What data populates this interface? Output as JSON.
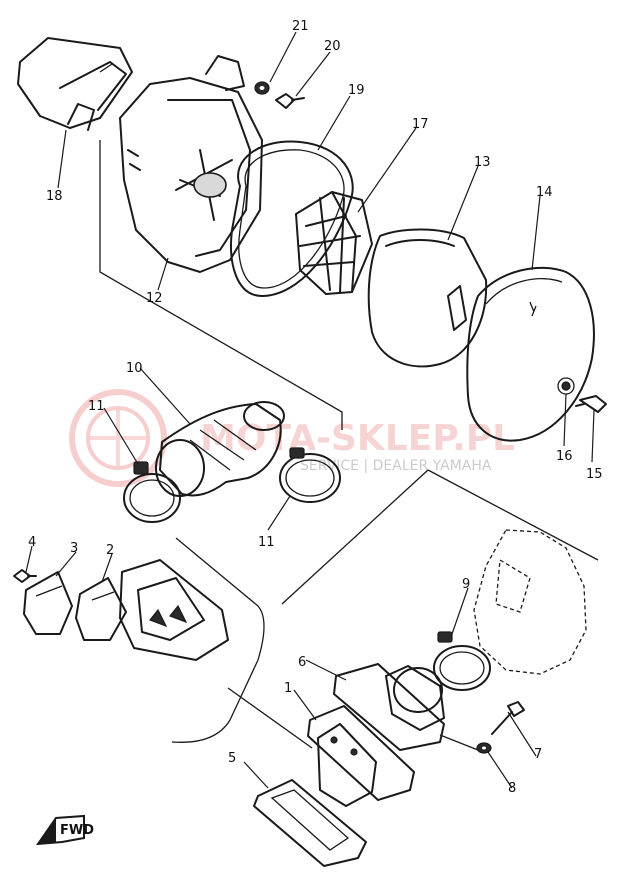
{
  "watermark": {
    "brand": "MOTA-SKLEP.PL",
    "tagline": "SERVICE | DEALER YAMAHA"
  },
  "fwd_label": "FWD",
  "parts": [
    {
      "id": "p18",
      "label": "18"
    },
    {
      "id": "p21",
      "label": "21"
    },
    {
      "id": "p20",
      "label": "20"
    },
    {
      "id": "p19",
      "label": "19"
    },
    {
      "id": "p17",
      "label": "17"
    },
    {
      "id": "p13",
      "label": "13"
    },
    {
      "id": "p14",
      "label": "14"
    },
    {
      "id": "p12",
      "label": "12"
    },
    {
      "id": "p10",
      "label": "10"
    },
    {
      "id": "p11a",
      "label": "11"
    },
    {
      "id": "p11b",
      "label": "11"
    },
    {
      "id": "p16",
      "label": "16"
    },
    {
      "id": "p15",
      "label": "15"
    },
    {
      "id": "p4",
      "label": "4"
    },
    {
      "id": "p3",
      "label": "3"
    },
    {
      "id": "p2",
      "label": "2"
    },
    {
      "id": "p9",
      "label": "9"
    },
    {
      "id": "p6",
      "label": "6"
    },
    {
      "id": "p1",
      "label": "1"
    },
    {
      "id": "p7",
      "label": "7"
    },
    {
      "id": "p5",
      "label": "5"
    },
    {
      "id": "p8",
      "label": "8"
    }
  ]
}
